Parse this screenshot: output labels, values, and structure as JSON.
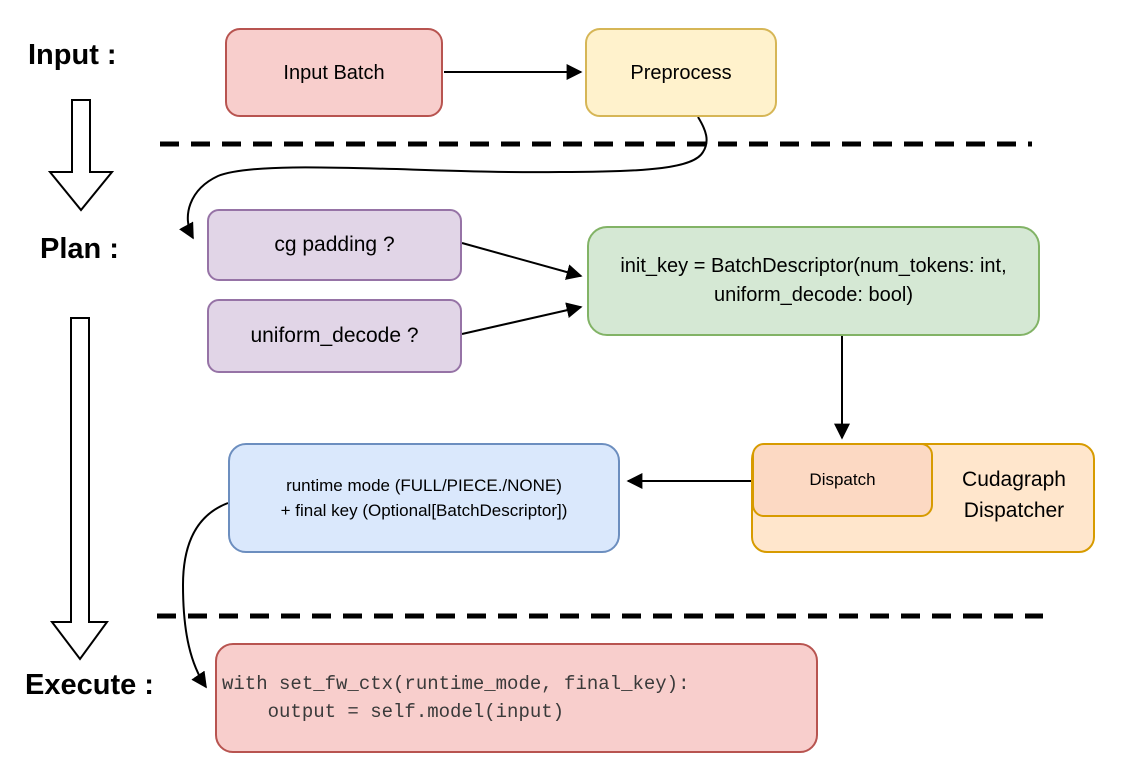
{
  "stage_labels": {
    "input": "Input :",
    "plan": "Plan :",
    "execute": "Execute :"
  },
  "nodes": {
    "input_batch": "Input Batch",
    "preprocess": "Preprocess",
    "cg_padding": "cg padding ?",
    "uniform_decode": "uniform_decode ?",
    "init_key": {
      "line1": "init_key = BatchDescriptor(num_tokens: int,",
      "line2": "uniform_decode: bool)"
    },
    "dispatch": "Dispatch",
    "dispatcher": {
      "line1": "Cudagraph",
      "line2": "Dispatcher"
    },
    "runtime_mode": {
      "line1": "runtime mode (FULL/PIECE./NONE)",
      "line2": "+ final key (Optional[BatchDescriptor])"
    },
    "execute_code": {
      "line1": "with set_fw_ctx(runtime_mode, final_key):",
      "line2": "    output = self.model(input)"
    }
  },
  "colors": {
    "red_fill": "#f8cecc",
    "red_border": "#b85450",
    "yellow_fill": "#fff2cc",
    "yellow_border": "#d6b656",
    "purple_fill": "#e1d5e7",
    "purple_border": "#9673a6",
    "green_fill": "#d5e8d4",
    "green_border": "#82b366",
    "orange_fill": "#ffe6cc",
    "orange_inner_fill": "#fcd9c3",
    "orange_border": "#d79b00",
    "blue_fill": "#dae8fc",
    "blue_border": "#6c8ebf",
    "line_color": "#000000"
  }
}
